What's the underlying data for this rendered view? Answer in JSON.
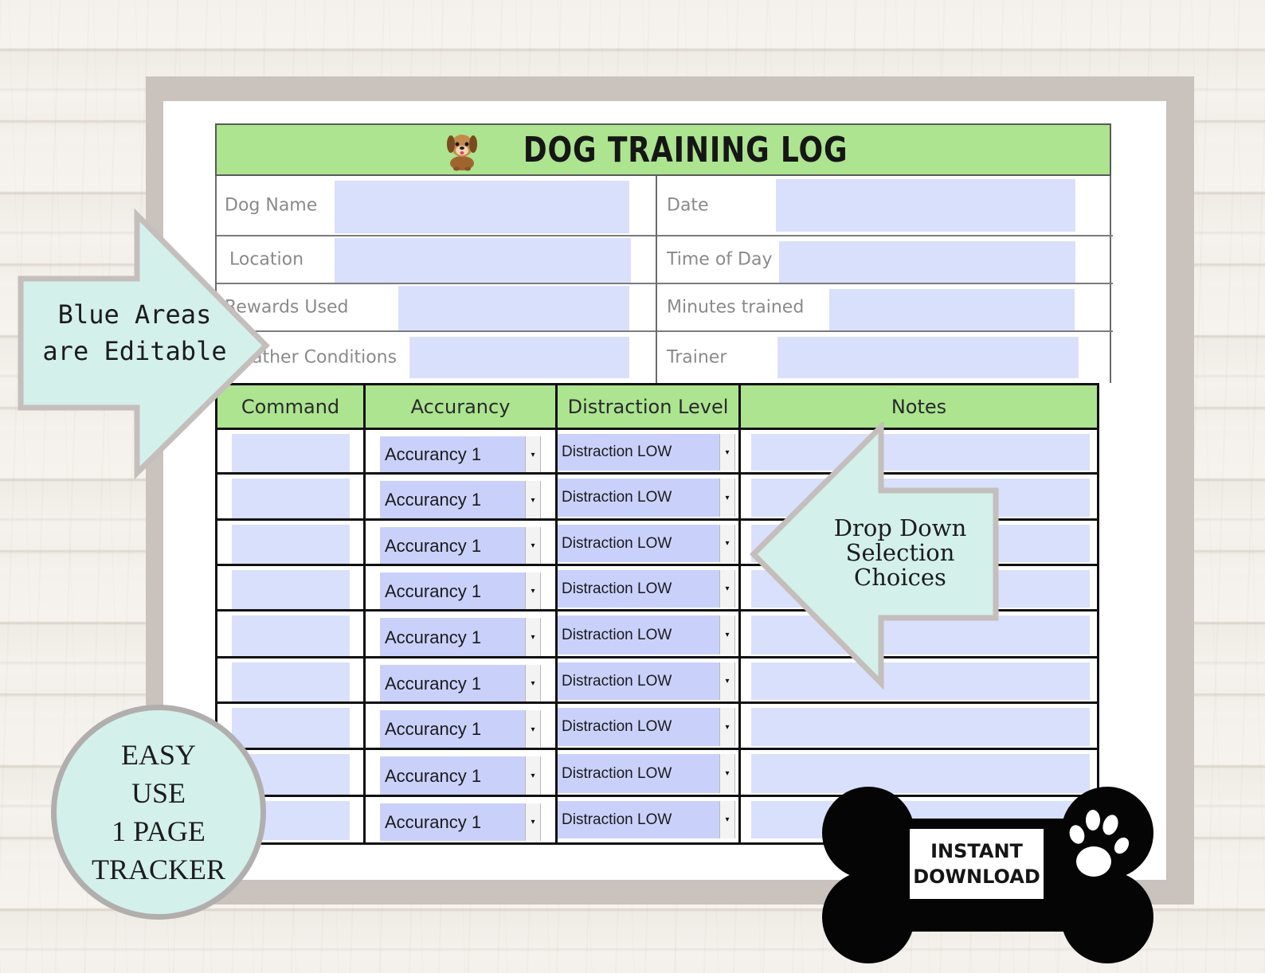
{
  "title": "DOG TRAINING LOG",
  "info_fields": {
    "left": [
      {
        "label": "Dog Name",
        "value": ""
      },
      {
        "label": "Location",
        "value": ""
      },
      {
        "label": "Rewards  Used",
        "value": ""
      },
      {
        "label": "Weather Conditions",
        "value": ""
      }
    ],
    "right": [
      {
        "label": "Date",
        "value": ""
      },
      {
        "label": "Time of Day",
        "value": ""
      },
      {
        "label": "Minutes trained",
        "value": ""
      },
      {
        "label": "Trainer",
        "value": ""
      }
    ]
  },
  "table": {
    "headers": [
      "Command",
      "Accurancy",
      "Distraction Level",
      "Notes"
    ],
    "rows": [
      {
        "command": "",
        "accuracy": "Accurancy 1",
        "distraction": "Distraction LOW",
        "notes": ""
      },
      {
        "command": "",
        "accuracy": "Accurancy 1",
        "distraction": "Distraction LOW",
        "notes": ""
      },
      {
        "command": "",
        "accuracy": "Accurancy 1",
        "distraction": "Distraction LOW",
        "notes": ""
      },
      {
        "command": "",
        "accuracy": "Accurancy 1",
        "distraction": "Distraction LOW",
        "notes": ""
      },
      {
        "command": "",
        "accuracy": "Accurancy 1",
        "distraction": "Distraction LOW",
        "notes": ""
      },
      {
        "command": "",
        "accuracy": "Accurancy 1",
        "distraction": "Distraction LOW",
        "notes": ""
      },
      {
        "command": "",
        "accuracy": "Accurancy 1",
        "distraction": "Distraction LOW",
        "notes": ""
      },
      {
        "command": "",
        "accuracy": "Accurancy 1",
        "distraction": "Distraction LOW",
        "notes": ""
      },
      {
        "command": "",
        "accuracy": "Accurancy 1",
        "distraction": "Distraction LOW",
        "notes": ""
      }
    ]
  },
  "callouts": {
    "blue_areas": [
      "Blue Areas",
      "are Editable"
    ],
    "drop_down": [
      "Drop Down",
      "Selection",
      "Choices"
    ],
    "easy_use": [
      "EASY",
      "USE",
      "1 PAGE",
      "TRACKER"
    ],
    "instant_download": [
      "INSTANT",
      "DOWNLOAD"
    ]
  },
  "colors": {
    "header_green": "#ace490",
    "field_blue": "#d9e0fb",
    "select_blue": "#c9d1fb",
    "callout_mint": "#d4f0ea",
    "frame_gray": "#c9c2bd"
  },
  "icons": [
    "dog-face-icon",
    "dropdown-arrow-icon",
    "bone-icon",
    "paw-print-icon"
  ]
}
